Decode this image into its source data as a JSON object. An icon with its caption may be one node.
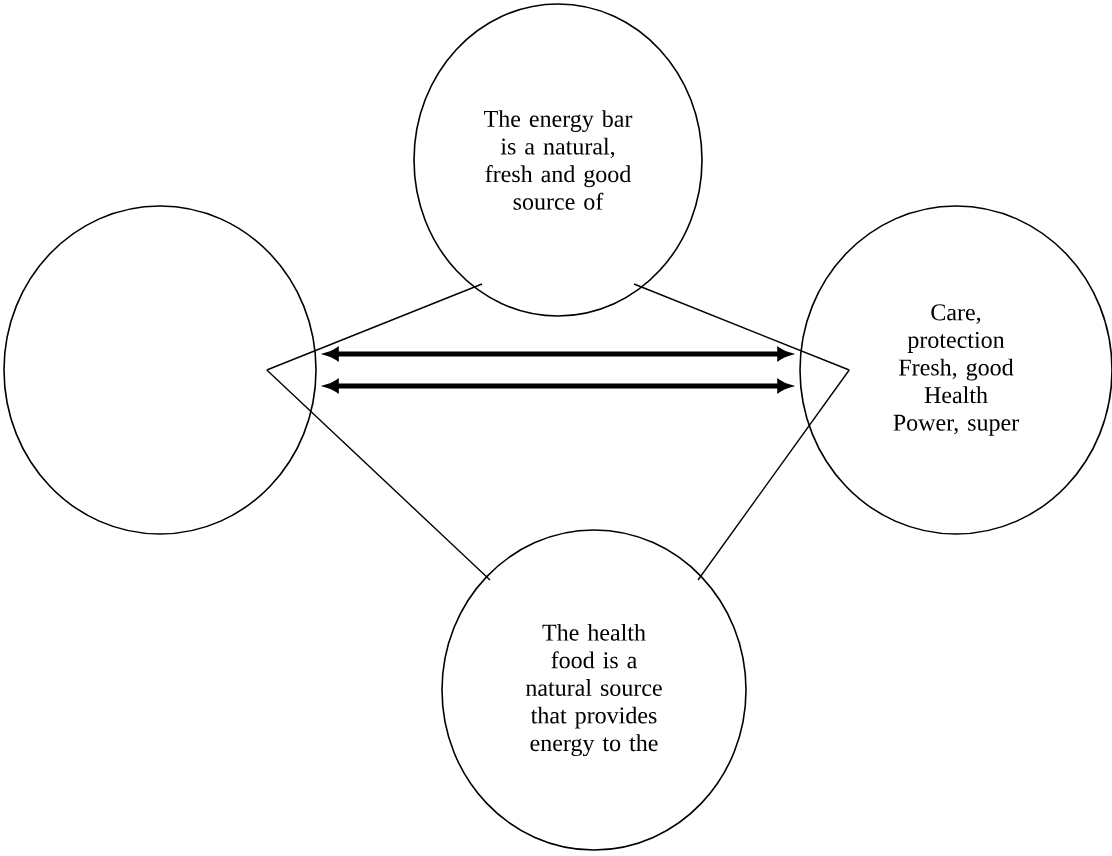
{
  "diagram": {
    "nodes": [
      {
        "text": [
          "The energy bar is a natural, fresh and good source of"
        ]
      },
      {
        "text": [],
        "shape": "circle"
      },
      {
        "text": [
          "Care, protection Fresh, good Health Power, super"
        ]
      },
      {
        "text": [
          "The health food is a natural source that provides energy to the"
        ]
      }
    ],
    "edges": [
      {
        "from": 1,
        "to": 0,
        "arrow": "none"
      },
      {
        "from": 1,
        "to": 3,
        "arrow": "none"
      },
      {
        "from": 2,
        "to": 0,
        "arrow": "none"
      },
      {
        "from": 2,
        "to": 3,
        "arrow": "none"
      },
      {
        "from": 1,
        "to": 2,
        "arrow": "both",
        "style": "thick"
      },
      {
        "from": 1,
        "to": 2,
        "arrow": "both",
        "style": "thick"
      }
    ]
  }
}
